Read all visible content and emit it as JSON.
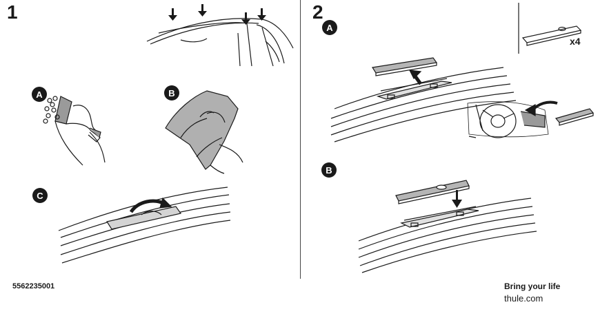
{
  "steps": [
    {
      "number": "1",
      "substeps": [
        "A",
        "B",
        "C"
      ]
    },
    {
      "number": "2",
      "substeps": [
        "A",
        "B"
      ]
    }
  ],
  "quantity": "x4",
  "footer": {
    "part_number": "5562235001",
    "tagline": "Bring your life",
    "website": "thule.com"
  },
  "colors": {
    "ink": "#1a1a1a",
    "part_grey": "#b5b5b5",
    "background": "#ffffff"
  }
}
